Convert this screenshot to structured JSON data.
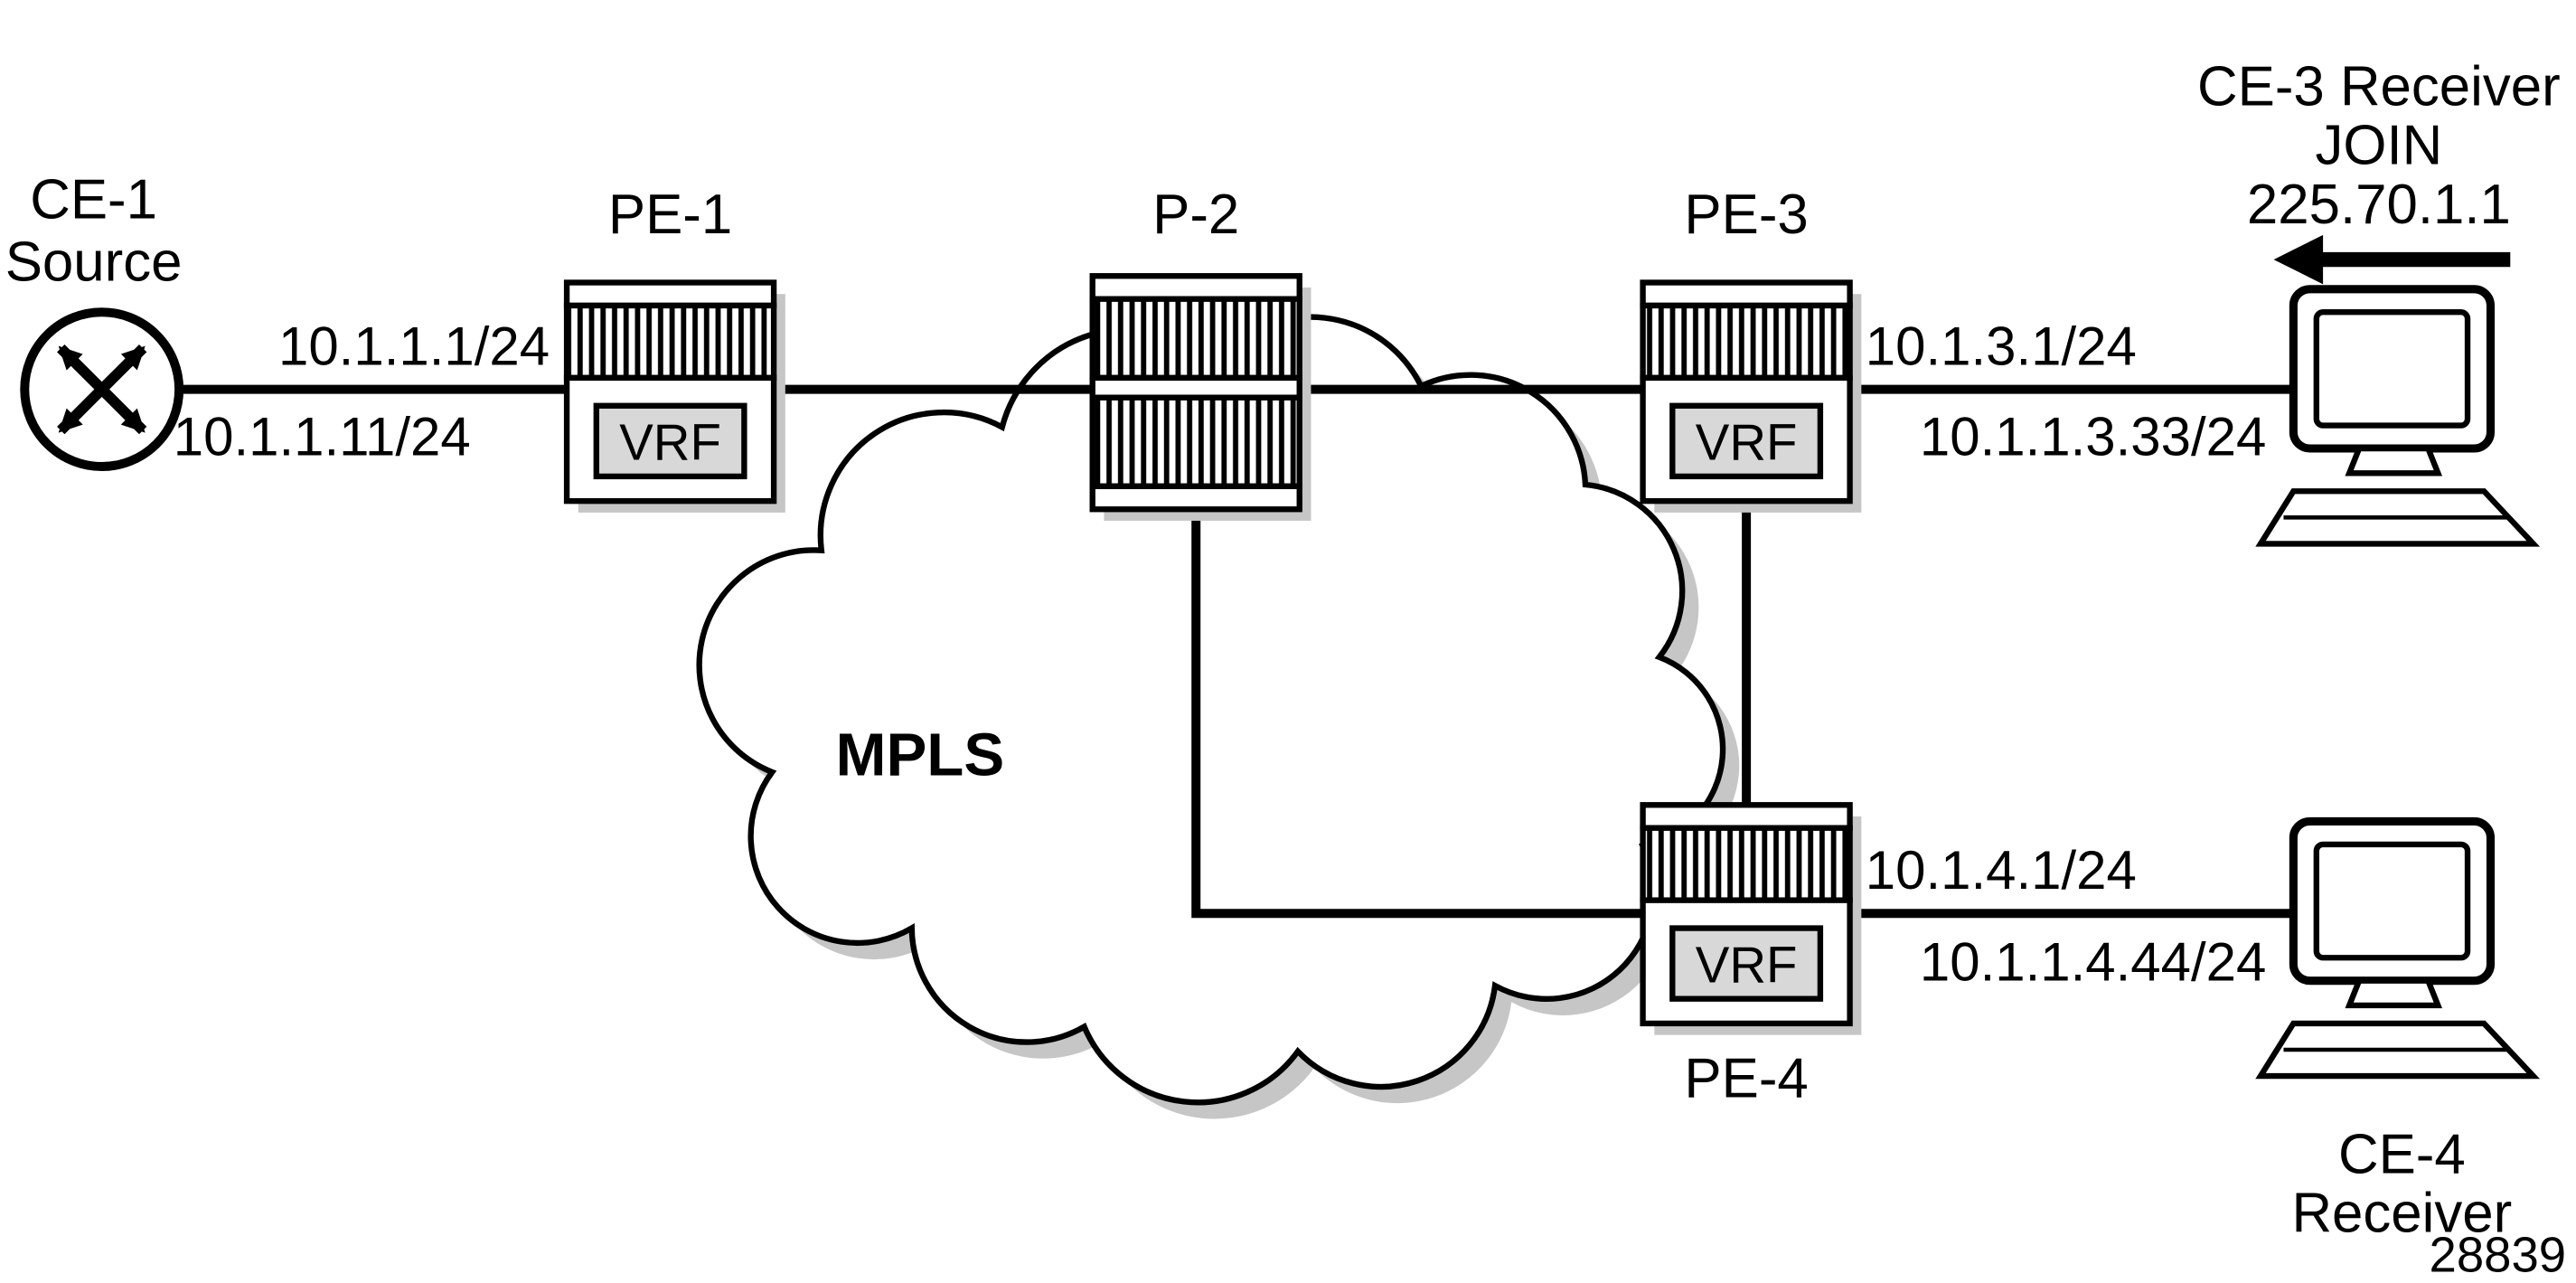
{
  "nodes": {
    "ce1": {
      "label": "CE-1",
      "sublabel": "Source"
    },
    "pe1": {
      "label": "PE-1",
      "vrf": "VRF"
    },
    "p2": {
      "label": "P-2"
    },
    "pe3": {
      "label": "PE-3",
      "vrf": "VRF"
    },
    "pe4": {
      "label": "PE-4",
      "vrf": "VRF"
    },
    "ce3": {
      "title": "CE-3 Receiver",
      "join": "JOIN",
      "group": "225.70.1.1"
    },
    "ce4": {
      "label": "CE-4",
      "sublabel": "Receiver"
    }
  },
  "cloud": {
    "label": "MPLS"
  },
  "links": {
    "ce1_pe1": {
      "pe_ip": "10.1.1.1/24",
      "ce_ip": "10.1.1.11/24"
    },
    "pe3_ce3": {
      "pe_ip": "10.1.3.1/24",
      "ce_ip": "10.1.1.3.33/24"
    },
    "pe4_ce4": {
      "pe_ip": "10.1.4.1/24",
      "ce_ip": "10.1.1.4.44/24"
    }
  },
  "figure_number": "28839",
  "colors": {
    "background": "#ffffff",
    "line": "#000000",
    "vrf_fill": "#d8d8d8",
    "shadow": "#c6c6c6"
  }
}
